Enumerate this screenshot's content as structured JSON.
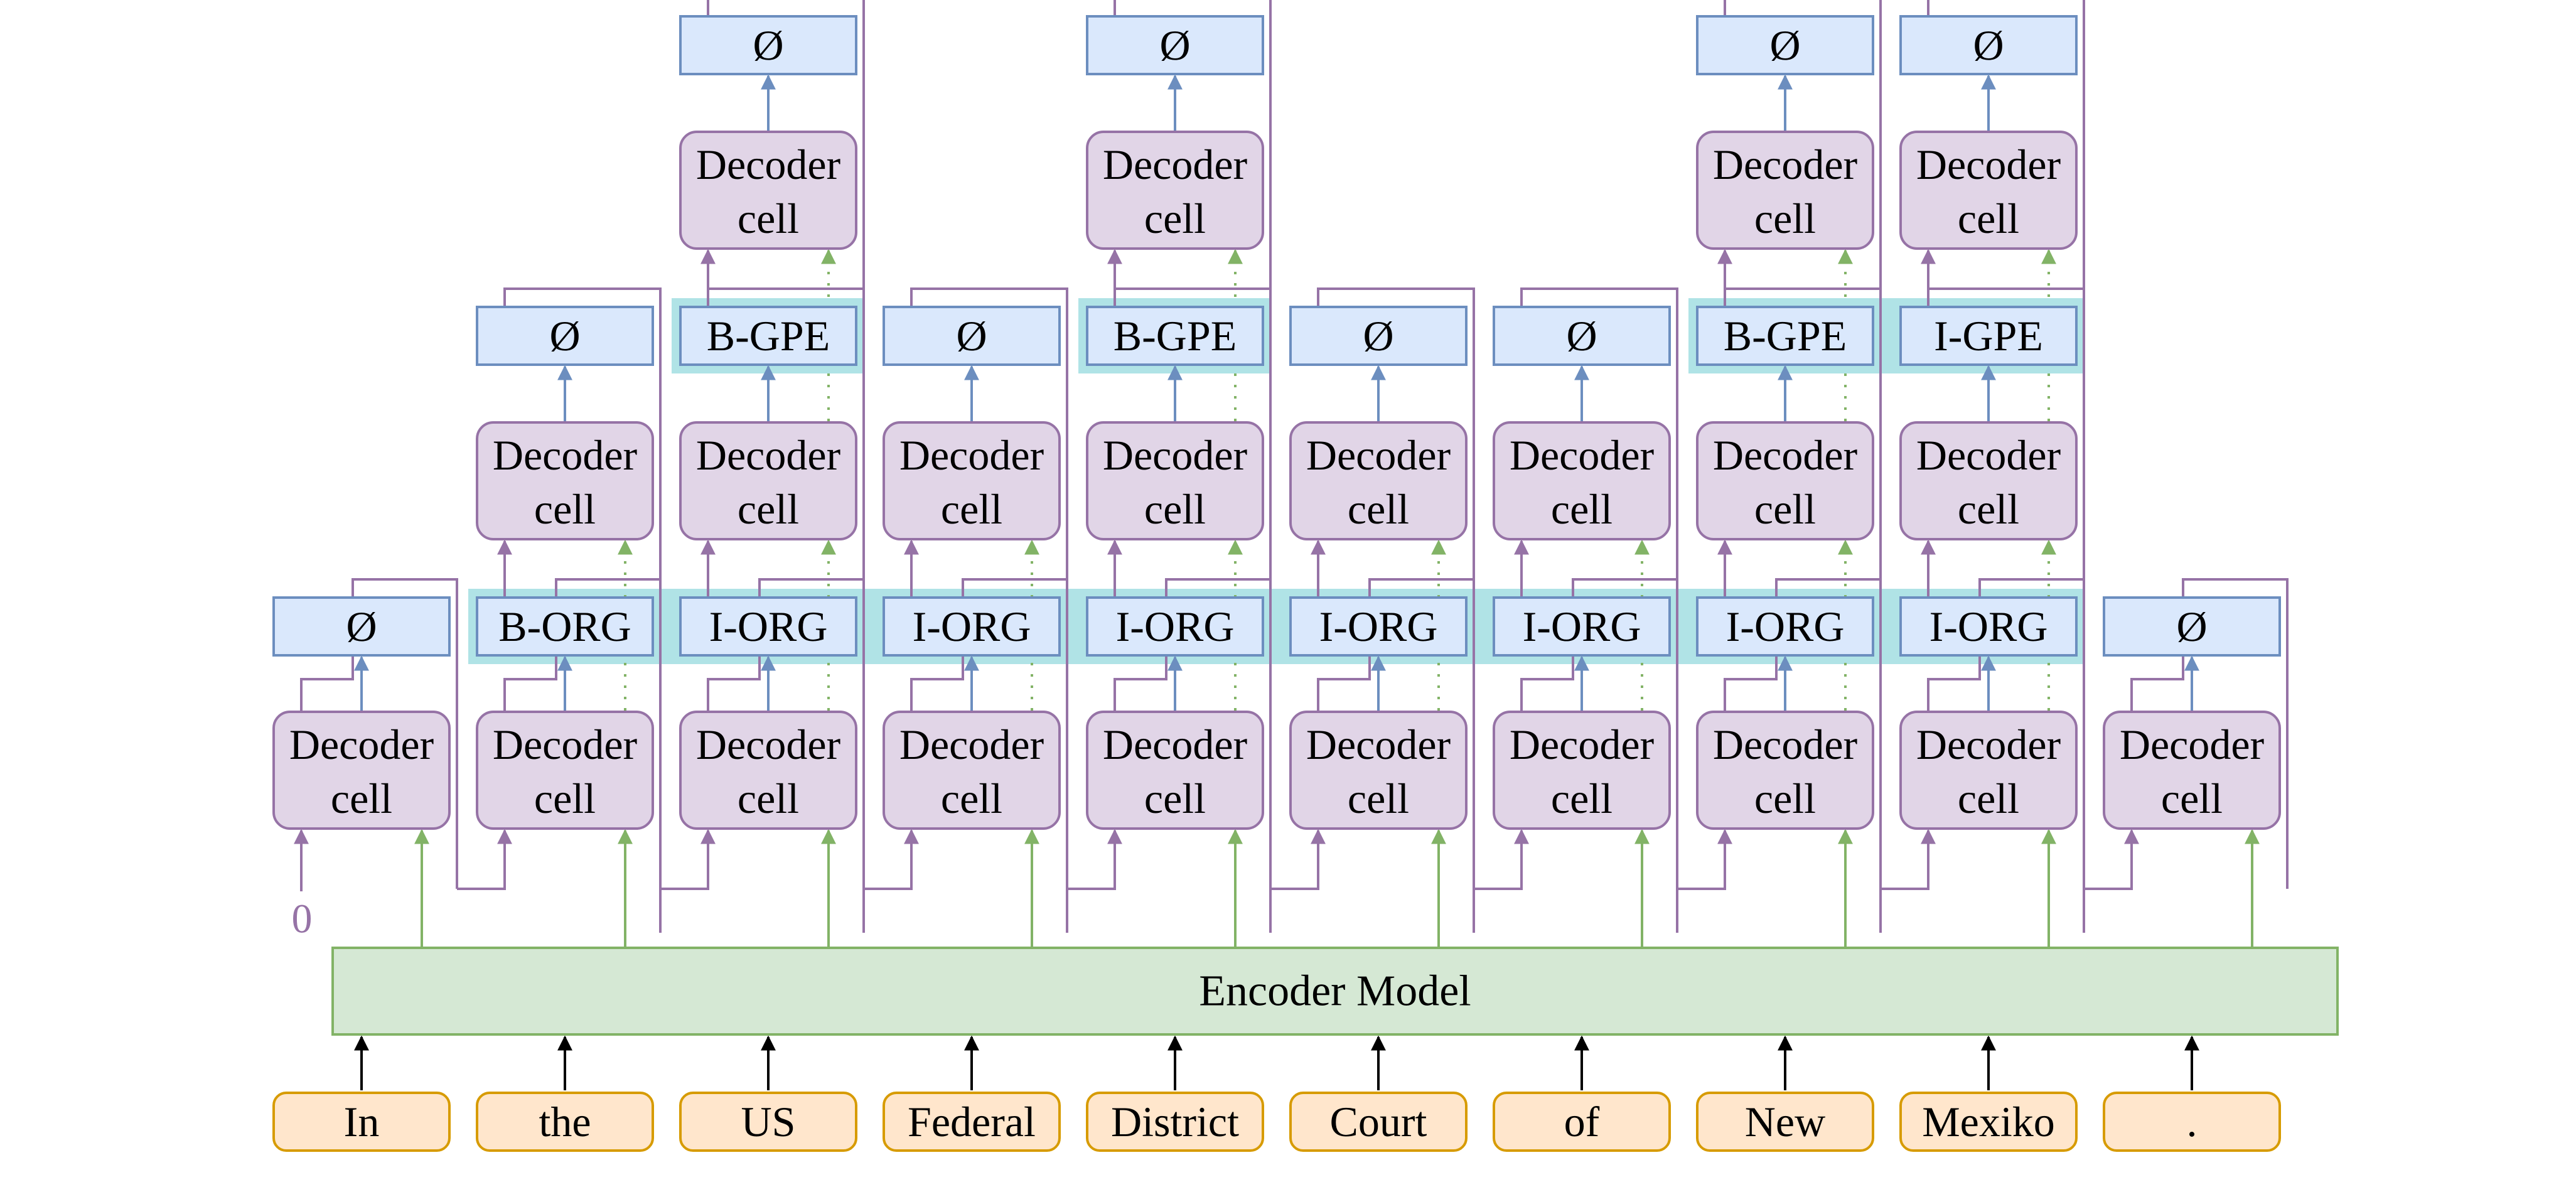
{
  "encoder": {
    "label": "Encoder Model"
  },
  "decoder": {
    "label_line1": "Decoder",
    "label_line2": "cell"
  },
  "initial_state": {
    "label": "0"
  },
  "tokens": [
    "In",
    "the",
    "US",
    "Federal",
    "District",
    "Court",
    "of",
    "New",
    "Mexiko",
    "."
  ],
  "tag_levels": [
    [
      "Ø",
      "B-ORG",
      "I-ORG",
      "I-ORG",
      "I-ORG",
      "I-ORG",
      "I-ORG",
      "I-ORG",
      "I-ORG",
      "Ø"
    ],
    [
      "",
      "Ø",
      "B-GPE",
      "Ø",
      "B-GPE",
      "Ø",
      "Ø",
      "B-GPE",
      "I-GPE",
      ""
    ],
    [
      "",
      "",
      "Ø",
      "",
      "Ø",
      "",
      "",
      "Ø",
      "Ø",
      ""
    ]
  ],
  "entity_spans": [
    {
      "level": 0,
      "from": 1,
      "to": 8,
      "type": "ORG"
    },
    {
      "level": 1,
      "from": 2,
      "to": 2,
      "type": "GPE"
    },
    {
      "level": 1,
      "from": 4,
      "to": 4,
      "type": "GPE"
    },
    {
      "level": 1,
      "from": 7,
      "to": 8,
      "type": "GPE"
    }
  ],
  "colors": {
    "token_fill": "#ffe6cc",
    "token_stroke": "#d79b00",
    "encoder_fill": "#d5e8d4",
    "encoder_stroke": "#82b366",
    "decoder_fill": "#e1d5e7",
    "decoder_stroke": "#9673a6",
    "tag_fill": "#dae8fc",
    "tag_stroke": "#6c8ebf",
    "highlight": "#b0e3e6",
    "black": "#000000"
  }
}
